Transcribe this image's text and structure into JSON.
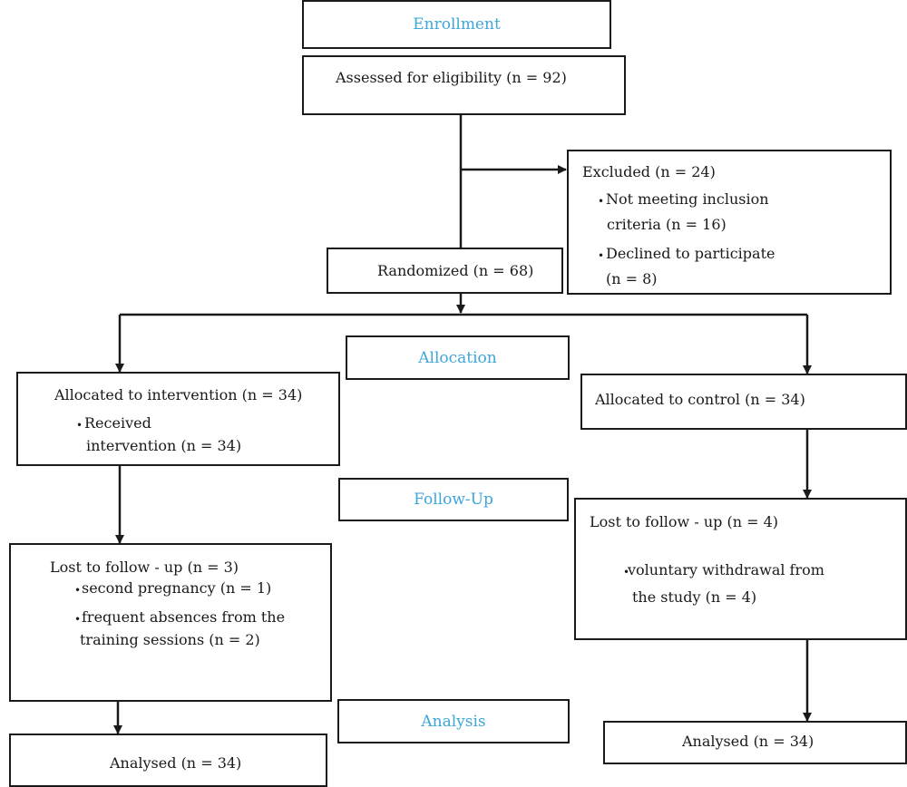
{
  "stages": {
    "enrollment": "Enrollment",
    "allocation": "Allocation",
    "follow_up": "Follow-Up",
    "analysis": "Analysis"
  },
  "assessed": "Assessed for eligibility (n = 92)",
  "excluded": {
    "title": "Excluded (n = 24)",
    "item1_line1": "Not meeting inclusion",
    "item1_line2": "criteria (n = 16)",
    "item2_line1": "Declined to participate",
    "item2_line2": "(n = 8)"
  },
  "randomized": "Randomized (n = 68)",
  "intervention": {
    "allocated": "Allocated to intervention (n = 34)",
    "received_line1": "Received",
    "received_line2": "intervention (n = 34)",
    "lost_title": "Lost to follow - up (n = 3)",
    "lost_item1": "second pregnancy (n = 1)",
    "lost_item2_line1": "frequent absences from the",
    "lost_item2_line2": "training sessions (n = 2)",
    "analysed": "Analysed (n = 34)"
  },
  "control": {
    "allocated": "Allocated to control (n = 34)",
    "lost_title": "Lost to follow - up (n = 4)",
    "lost_item1_line1": "voluntary withdrawal from",
    "lost_item1_line2": "the study (n = 4)",
    "analysed": "Analysed (n = 34)"
  },
  "bullet": "•"
}
